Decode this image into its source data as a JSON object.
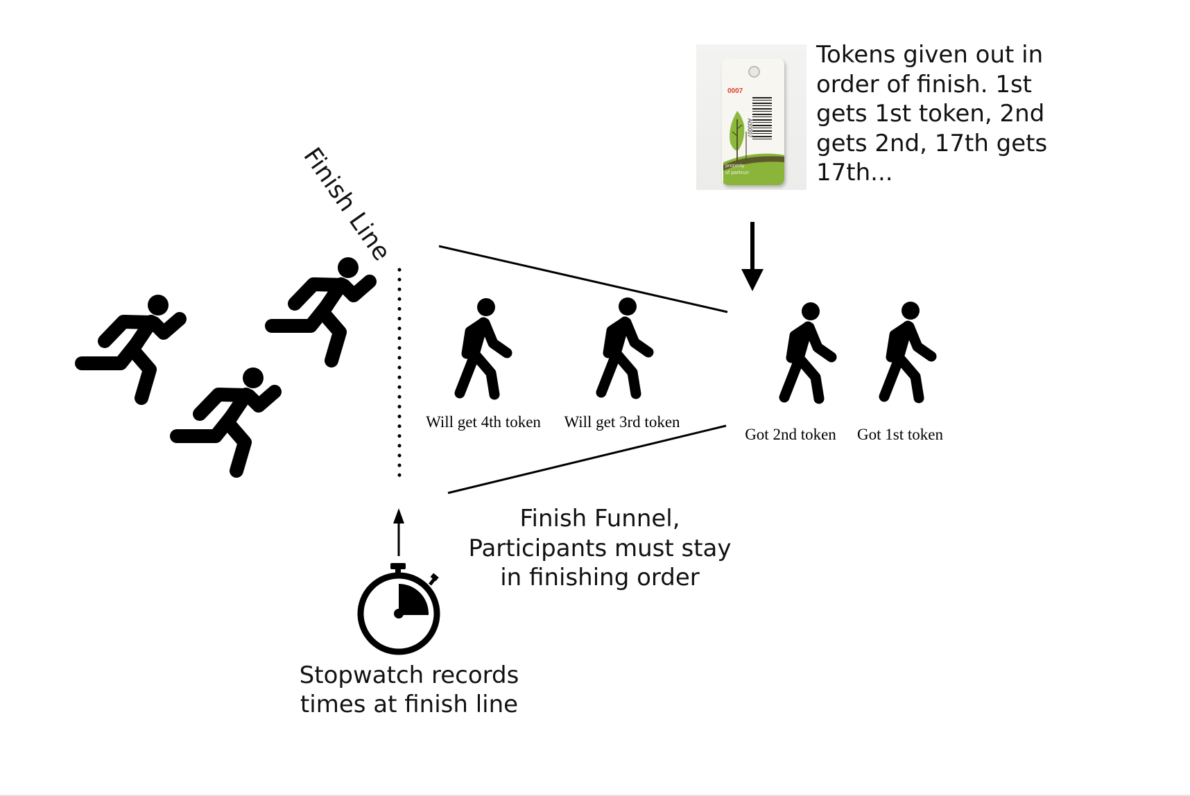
{
  "finish_line": {
    "label": "Finish Line"
  },
  "token_note": {
    "text": "Tokens given out in\norder of finish.  1st\ngets 1st token, 2nd\ngets 2nd, 17th gets\n17th..."
  },
  "token_photo": {
    "number": "0007",
    "barcode_code": "A00007",
    "footer": "property\nof parkrun",
    "colors": {
      "number": "#e03c2c",
      "tree": "#8cb83c",
      "ground": "#5c5a2a"
    }
  },
  "walkers": [
    {
      "label": "Will get 4th token"
    },
    {
      "label": "Will get 3rd token"
    },
    {
      "label": "Got 2nd token"
    },
    {
      "label": "Got 1st token"
    }
  ],
  "funnel": {
    "text": "Finish Funnel, Participants must stay in finishing order"
  },
  "stopwatch": {
    "text": "Stopwatch records times at finish line"
  },
  "icons": {
    "runner": "running-person-icon",
    "walker": "walking-person-icon",
    "stopwatch": "stopwatch-icon",
    "arrow": "arrow-icon"
  }
}
